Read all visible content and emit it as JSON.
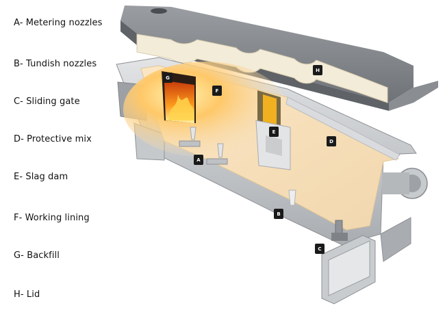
{
  "legend": [
    {
      "letter": "A",
      "label": "A- Metering nozzles"
    },
    {
      "letter": "B",
      "label": "B- Tundish nozzles"
    },
    {
      "letter": "C",
      "label": "C- Sliding gate"
    },
    {
      "letter": "D",
      "label": "D- Protective mix"
    },
    {
      "letter": "E",
      "label": "E- Slag dam"
    },
    {
      "letter": "F",
      "label": "F- Working lining"
    },
    {
      "letter": "G",
      "label": "G- Backfill"
    },
    {
      "letter": "H",
      "label": "H- Lid"
    }
  ],
  "callouts": {
    "a": "A",
    "b": "B",
    "c": "C",
    "d": "D",
    "e": "E",
    "f": "F",
    "g": "G",
    "h": "H"
  },
  "colors": {
    "steel": "#b8bcc0",
    "lining": "#f6e6c9",
    "flame": "#ff8a1a",
    "callout_bg": "#1a1a1a"
  }
}
